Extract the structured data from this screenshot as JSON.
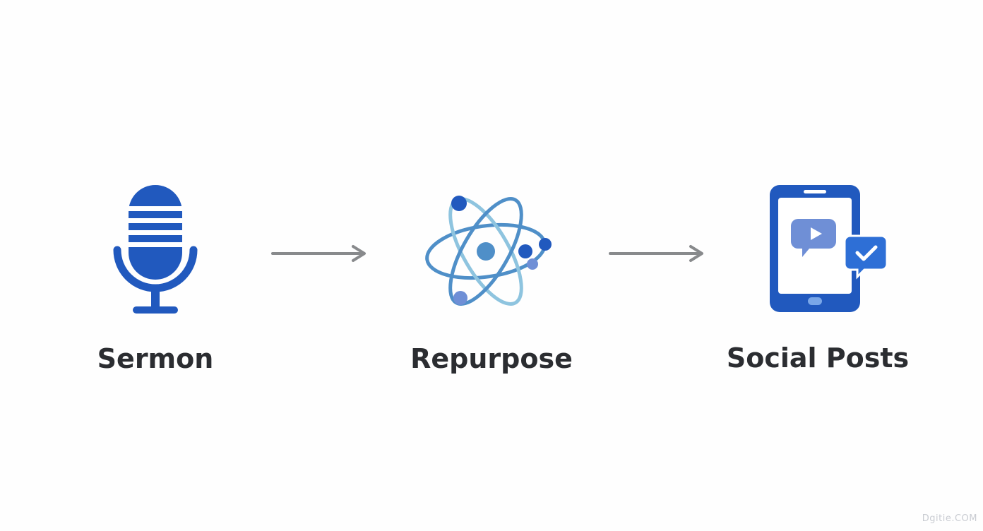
{
  "steps": [
    {
      "label": "Sermon",
      "icon": "microphone-icon"
    },
    {
      "label": "Repurpose",
      "icon": "atom-icon"
    },
    {
      "label": "Social Posts",
      "icon": "smartphone-social-icon"
    }
  ],
  "connectors": [
    "arrow-right-icon",
    "arrow-right-icon"
  ],
  "colors": {
    "primary_blue": "#2159be",
    "light_blue": "#8ec4df",
    "mid_blue": "#4f8fc8",
    "soft_blue": "#6f8fd6",
    "arrow_gray": "#888a8c",
    "text": "#2b2d31"
  },
  "watermark": "Dgitie.COM"
}
